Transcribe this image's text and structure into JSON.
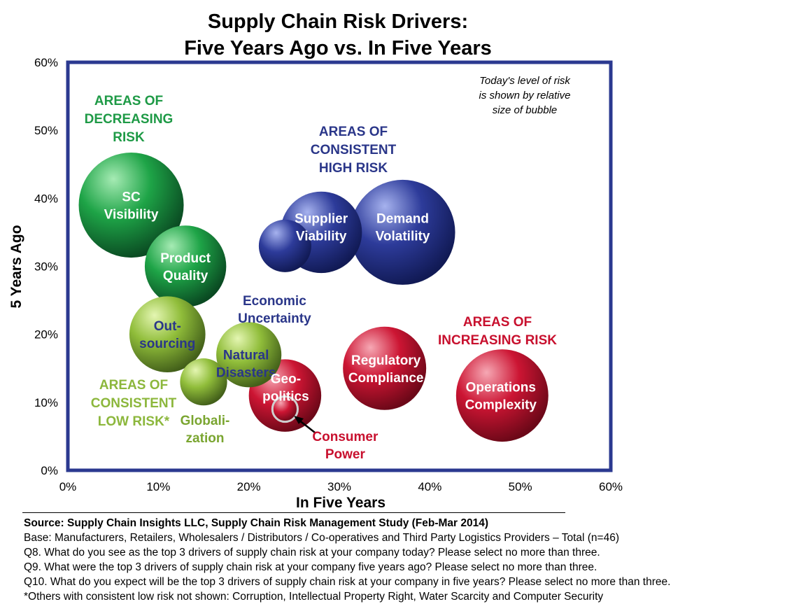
{
  "chart_data": {
    "type": "scatter",
    "subtype": "bubble",
    "title_lines": [
      "Supply Chain Risk Drivers:",
      "Five Years Ago vs. In Five Years"
    ],
    "xlabel": "In Five Years",
    "ylabel": "5 Years Ago",
    "xlim": [
      0,
      60
    ],
    "ylim": [
      0,
      60
    ],
    "x_ticks": [
      "0%",
      "10%",
      "20%",
      "30%",
      "40%",
      "50%",
      "60%"
    ],
    "y_ticks": [
      "0%",
      "10%",
      "20%",
      "30%",
      "40%",
      "50%",
      "60%"
    ],
    "size_note": [
      "Today's level of risk",
      "is shown by relative",
      "size of bubble"
    ],
    "colors": {
      "green": "#1e9a46",
      "lightgreen": "#8cb73c",
      "blue": "#2a3689",
      "red": "#c8102e",
      "frame": "#2b3990"
    },
    "bubbles": [
      {
        "label": [
          "SC",
          "Visibility"
        ],
        "x": 7,
        "y": 39,
        "size": 5.8,
        "color": "green"
      },
      {
        "label": [
          "Product",
          "Quality"
        ],
        "x": 13,
        "y": 30,
        "size": 4.5,
        "color": "green"
      },
      {
        "label": [
          "Out-",
          "sourcing"
        ],
        "x": 11,
        "y": 20,
        "size": 4.2,
        "color": "lightgreen"
      },
      {
        "label": [
          "Natural",
          "Disasters"
        ],
        "x": 20,
        "y": 17,
        "size": 3.6,
        "color": "lightgreen"
      },
      {
        "label": [
          "Globali-",
          "zation"
        ],
        "x": 15,
        "y": 13,
        "size": 2.6,
        "color": "lightgreen"
      },
      {
        "label": [
          "Supplier",
          "Viability"
        ],
        "x": 28,
        "y": 35,
        "size": 4.5,
        "color": "blue"
      },
      {
        "label": [
          "Demand",
          "Volatility"
        ],
        "x": 37,
        "y": 35,
        "size": 5.8,
        "color": "blue"
      },
      {
        "label": [
          "Economic",
          "Uncertainty"
        ],
        "x": 24,
        "y": 33,
        "size": 2.9,
        "color": "blue"
      },
      {
        "label": [
          "Regulatory",
          "Compliance"
        ],
        "x": 35,
        "y": 15,
        "size": 4.6,
        "color": "red"
      },
      {
        "label": [
          "Operations",
          "Complexity"
        ],
        "x": 48,
        "y": 11,
        "size": 5.1,
        "color": "red"
      },
      {
        "label": [
          "Geo-",
          "politics"
        ],
        "x": 24,
        "y": 11,
        "size": 4.0,
        "color": "red"
      },
      {
        "label": [
          "Consumer",
          "Power"
        ],
        "x": 24,
        "y": 9,
        "size": 1.4,
        "color": "red"
      }
    ],
    "area_labels": [
      {
        "text": [
          "AREAS OF",
          "DECREASING",
          "RISK"
        ],
        "color": "green"
      },
      {
        "text": [
          "AREAS OF",
          "CONSISTENT",
          "HIGH RISK"
        ],
        "color": "blue"
      },
      {
        "text": [
          "AREAS OF",
          "INCREASING RISK"
        ],
        "color": "red"
      },
      {
        "text": [
          "AREAS OF",
          "CONSISTENT",
          "LOW RISK*"
        ],
        "color": "lightgreen"
      }
    ]
  },
  "footer": {
    "source": "Source:  Supply Chain Insights LLC, Supply Chain Risk Management Study (Feb-Mar 2014)",
    "base": "Base:  Manufacturers, Retailers, Wholesalers / Distributors / Co-operatives and Third Party Logistics Providers – Total (n=46)",
    "q8": "Q8. What do you see as the top 3 drivers of supply chain risk at your company today?  Please select no more than three.",
    "q9": "Q9. What were the top 3 drivers of supply chain risk at your company five years ago?  Please select no more than three.",
    "q10": "Q10. What do you expect will be the top 3 drivers of supply chain risk at your company in five years?  Please select no more than three.",
    "others": "*Others with consistent low risk not shown:  Corruption, Intellectual Property Right, Water Scarcity and Computer Security"
  }
}
